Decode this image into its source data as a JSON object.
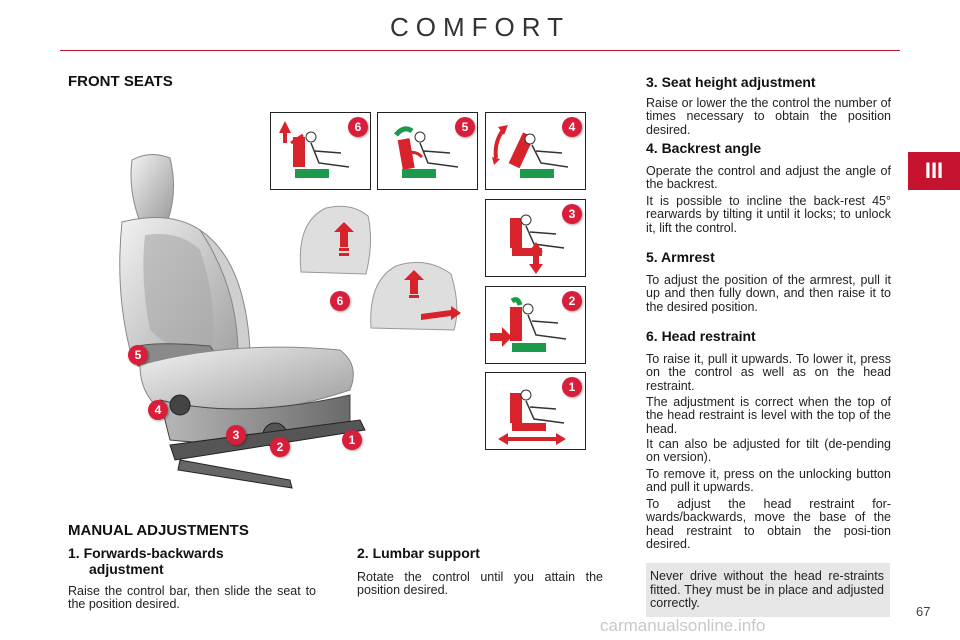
{
  "header": {
    "title": "COMFORT",
    "chapter": "III"
  },
  "left": {
    "front_seats_heading": "FRONT SEATS",
    "manual_heading": "MANUAL ADJUSTMENTS",
    "item1_title_line1": "1. Forwards-backwards",
    "item1_title_line2": "adjustment",
    "item1_text": "Raise the control bar, then slide the seat to the position desired.",
    "item2_title": "2. Lumbar support",
    "item2_text": "Rotate the control until you attain the position desired."
  },
  "right": {
    "item3_title": "3. Seat height adjustment",
    "item3_text": "Raise or lower the the control the number of times necessary to obtain the position desired.",
    "item4_title": "4. Backrest angle",
    "item4_text1": "Operate the control and adjust the angle of the backrest.",
    "item4_text2": "It is possible to incline the back-rest 45° rearwards by tilting it until it locks; to unlock it, lift the control.",
    "item5_title": "5. Armrest",
    "item5_text": "To adjust the position of the armrest, pull it up and then fully down, and then raise it to the desired position.",
    "item6_title": "6. Head restraint",
    "item6_text1": "To raise it, pull it upwards. To lower it, press on the control as well as on the head restraint.",
    "item6_text2": "The adjustment is correct when the top of the head restraint is level with the top of the head.",
    "item6_text3": "It can also be adjusted for tilt (de-pending on version).",
    "item6_text4": "To remove it, press on the unlocking button and pull it upwards.",
    "item6_text5": "To adjust the head restraint for-wards/backwards, move the base of the head restraint to obtain the posi-tion desired.",
    "warning": "Never drive without the head re-straints fitted. They must be in place and adjusted correctly."
  },
  "badges": {
    "d6": "6",
    "d5": "5",
    "d4": "4",
    "d3": "3",
    "d2": "2",
    "d1": "1",
    "hr6": "6",
    "s5": "5",
    "s4": "4",
    "s3": "3",
    "s2": "2",
    "s1": "1"
  },
  "footer": {
    "page_number": "67",
    "watermark": "carmanualsonline.info"
  },
  "colors": {
    "accent": "#c4122f",
    "badge": "#d81e3a",
    "seat_green": "#1a9a4a",
    "arrow_red": "#d8232a"
  }
}
